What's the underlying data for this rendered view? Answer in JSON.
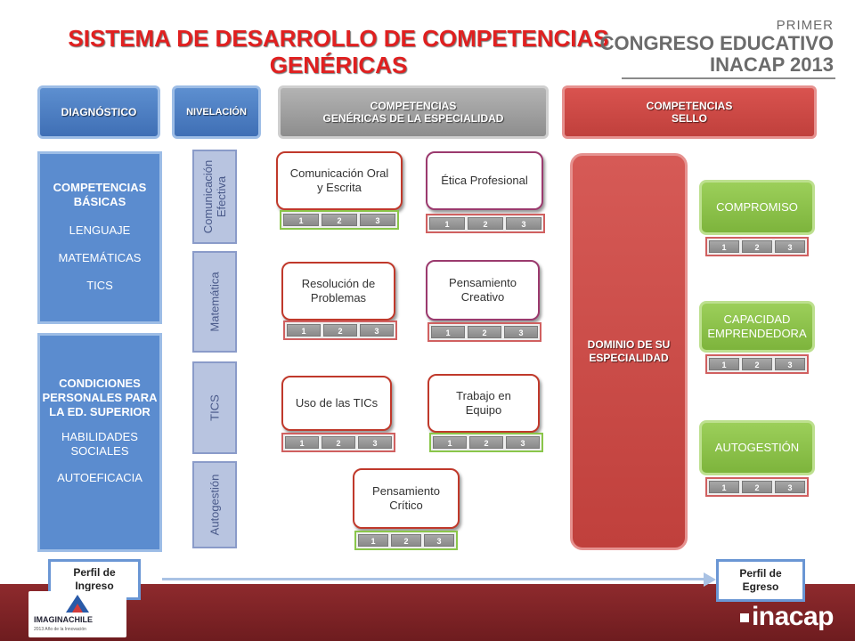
{
  "title": {
    "line1": "SISTEMA DE DESARROLLO DE COMPETENCIAS",
    "line2": "GENÉRICAS"
  },
  "congress": {
    "line1": "PRIMER",
    "line2": "CONGRESO EDUCATIVO",
    "line3": "INACAP 2013"
  },
  "headers": {
    "diagnostico": "DIAGNÓSTICO",
    "nivelacion": "NIVELACIÓN",
    "genericas_l1": "COMPETENCIAS",
    "genericas_l2": "GENÉRICAS DE LA ESPECIALIDAD",
    "sello_l1": "COMPETENCIAS",
    "sello_l2": "SELLO"
  },
  "diagnostico": {
    "basicas_title_l1": "COMPETENCIAS",
    "basicas_title_l2": "BÁSICAS",
    "basicas_items": [
      "LENGUAJE",
      "MATEMÁTICAS",
      "TICS"
    ],
    "condiciones_title_l1": "CONDICIONES",
    "condiciones_title_l2": "PERSONALES PARA",
    "condiciones_title_l3": "LA ED. SUPERIOR",
    "condiciones_items": [
      "HABILIDADES",
      "SOCIALES",
      "AUTOEFICACIA"
    ]
  },
  "nivelacion": {
    "items": [
      {
        "l1": "Comunicación",
        "l2": "Efectiva"
      },
      {
        "l1": "Matemática",
        "l2": ""
      },
      {
        "l1": "TICS",
        "l2": ""
      },
      {
        "l1": "Autogestión",
        "l2": ""
      }
    ]
  },
  "genericas": {
    "items": [
      {
        "l1": "Comunicación Oral",
        "l2": "y Escrita"
      },
      {
        "l1": "Ética Profesional",
        "l2": ""
      },
      {
        "l1": "Resolución de",
        "l2": "Problemas"
      },
      {
        "l1": "Pensamiento",
        "l2": "Creativo"
      },
      {
        "l1": "Uso de las TICs",
        "l2": ""
      },
      {
        "l1": "Trabajo en",
        "l2": "Equipo"
      },
      {
        "l1": "Pensamiento",
        "l2": "Crítico"
      }
    ],
    "levels": [
      "1",
      "2",
      "3"
    ]
  },
  "sello": {
    "dominio_l1": "DOMINIO DE SU",
    "dominio_l2": "ESPECIALIDAD",
    "items": [
      {
        "l1": "COMPROMISO",
        "l2": ""
      },
      {
        "l1": "CAPACIDAD",
        "l2": "EMPRENDEDORA"
      },
      {
        "l1": "AUTOGESTIÓN",
        "l2": ""
      }
    ]
  },
  "perfil": {
    "ingreso_l1": "Perfil de",
    "ingreso_l2": "Ingreso",
    "egreso_l1": "Perfil de",
    "egreso_l2": "Egreso"
  },
  "footer": {
    "imagina": "IMAGINACHILE",
    "imagina_sub": "2013 Año de la Innovación",
    "inacap": "inacap"
  }
}
